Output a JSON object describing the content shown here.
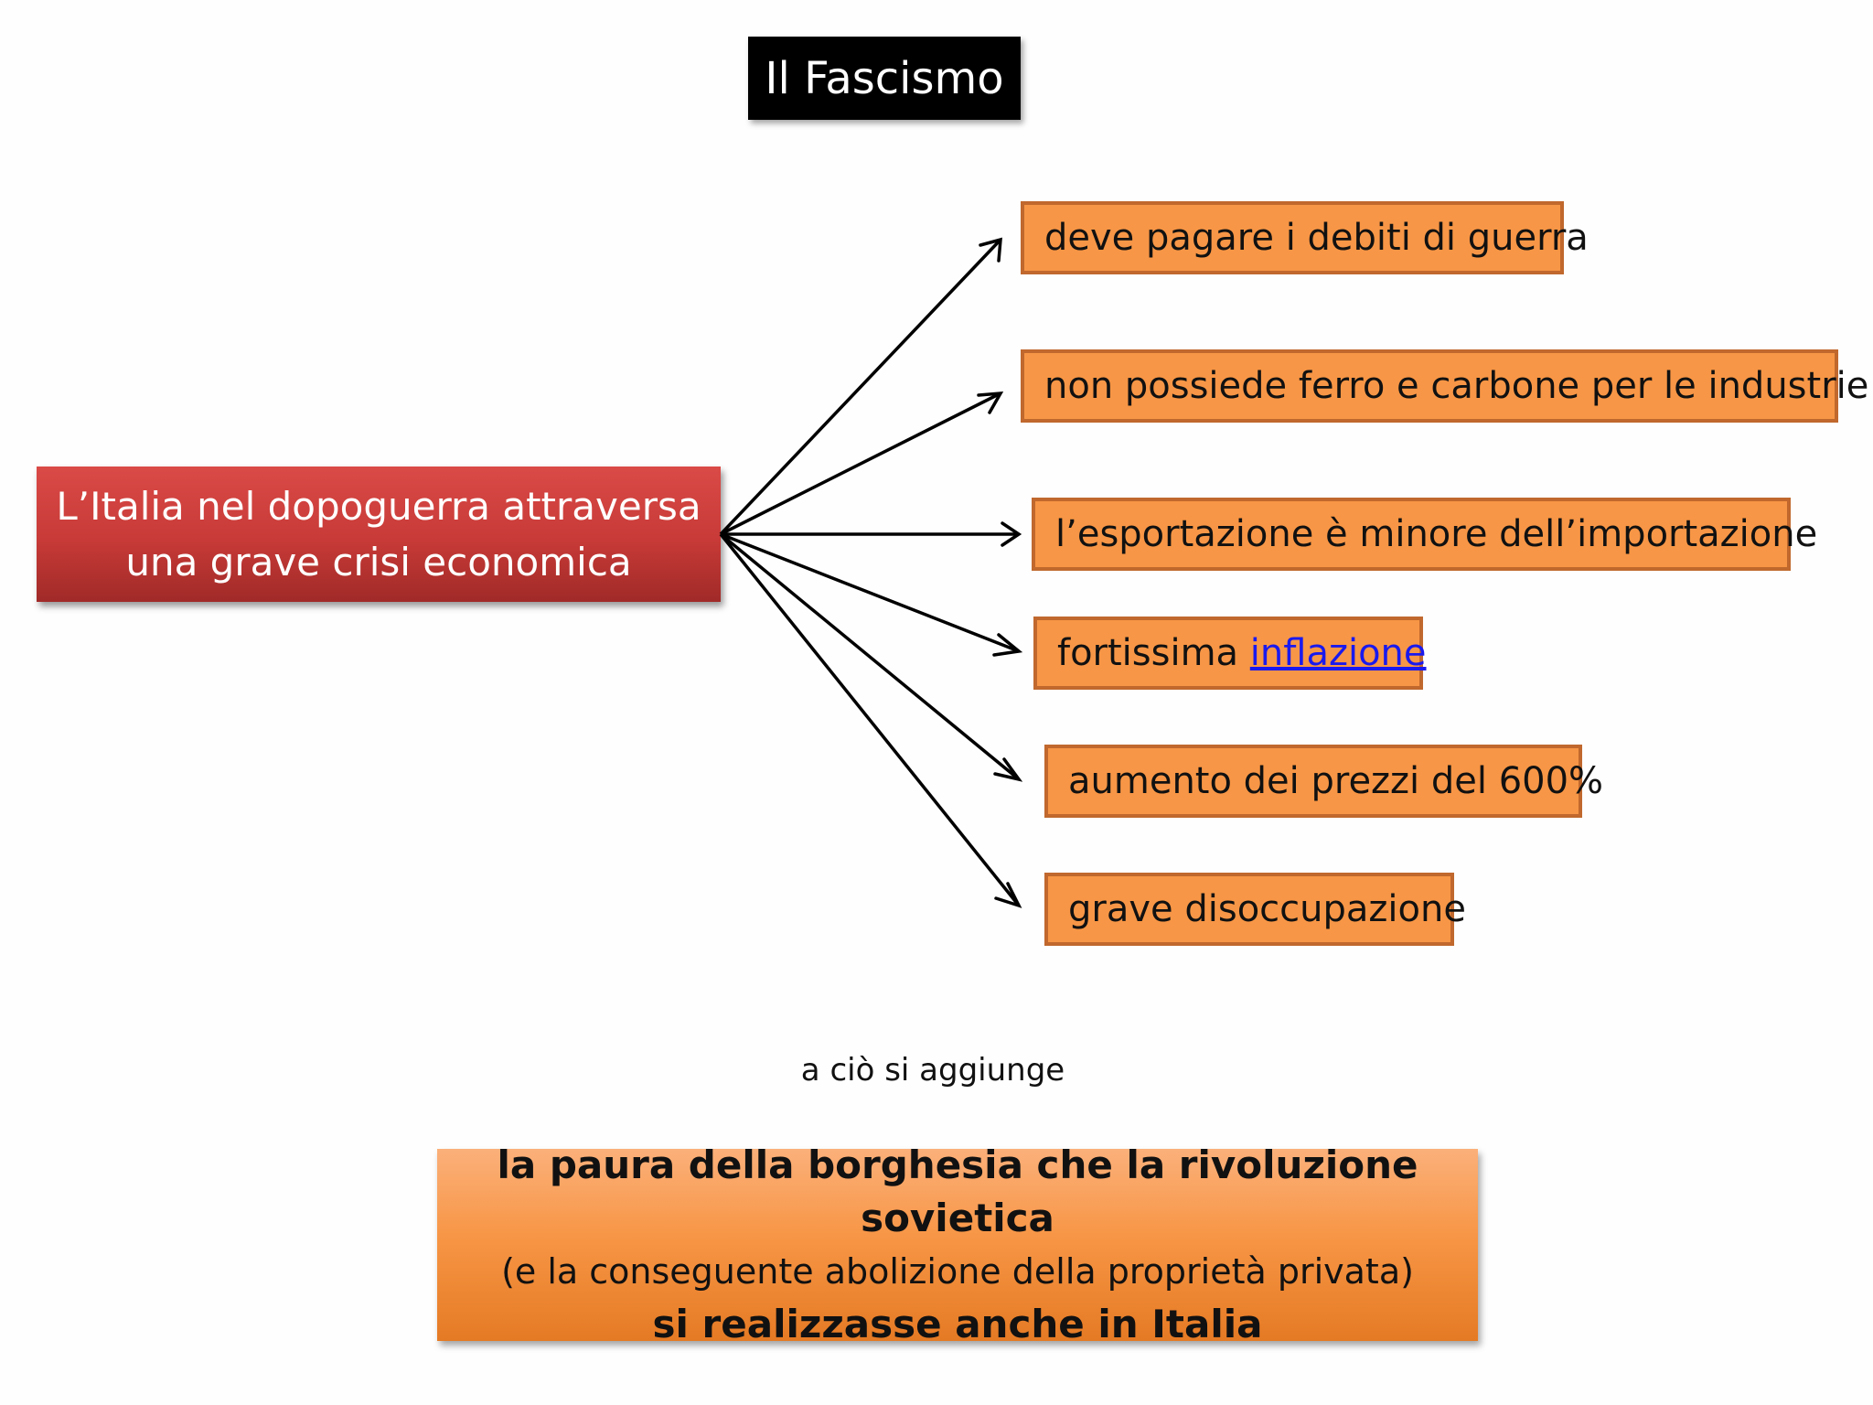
{
  "title": "Il Fascismo",
  "main_cause": {
    "line1": "L’Italia nel dopoguerra attraversa",
    "line2": "una grave crisi economica"
  },
  "causes": [
    {
      "text": "deve pagare i debiti di guerra"
    },
    {
      "text": "non possiede ferro e carbone per le industrie"
    },
    {
      "text": "l’esportazione è minore dell’importazione"
    },
    {
      "text_prefix": "fortissima",
      "link_text": "inflazione"
    },
    {
      "text": "aumento dei prezzi del 600%"
    },
    {
      "text": "grave disoccupazione"
    }
  ],
  "transition": "a ciò si aggiunge",
  "conclusion": {
    "line1": "la paura della borghesia che la rivoluzione sovietica",
    "line2": "(e la conseguente abolizione della proprietà privata)",
    "line3": "si realizzasse anche in Italia"
  },
  "colors": {
    "main_box": "#c73a37",
    "cause_box": "#f79646",
    "cause_border": "#c0682d",
    "link": "#1a1aee",
    "title_bg": "#000000"
  }
}
